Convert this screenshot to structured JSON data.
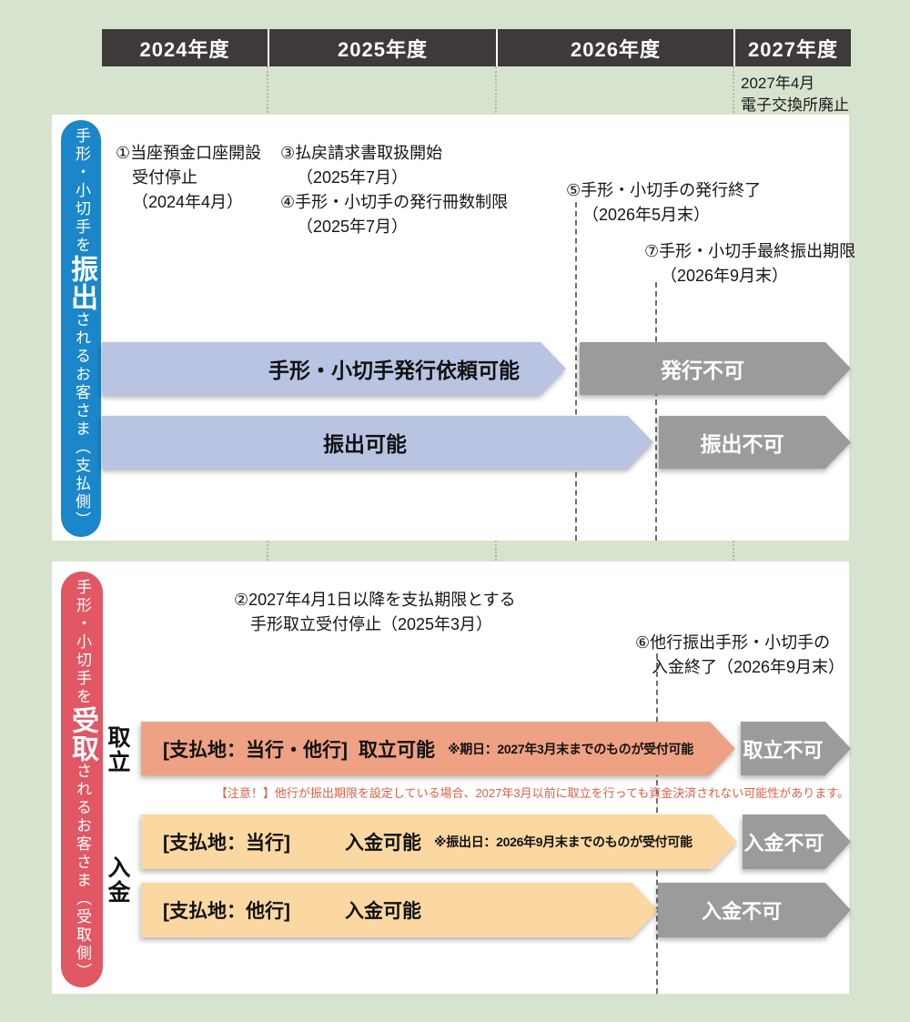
{
  "colors": {
    "page_bg": "#d6e4ce",
    "header_bar": "#3e3a39",
    "pill_pay": "#1b86c9",
    "pill_receive": "#e15763",
    "arrow_possible_pay": "#b9c4e2",
    "arrow_collection": "#efa183",
    "arrow_deposit": "#fbd8a2",
    "arrow_impossible": "#9b9b9c",
    "caution_text": "#dd5f45"
  },
  "header": {
    "years": [
      "2024年度",
      "2025年度",
      "2026年度",
      "2027年度"
    ],
    "note": {
      "line1": "2027年4月",
      "line2": "電子交換所廃止"
    }
  },
  "panel_pay": {
    "pill": {
      "prefix": "手形・小切手を",
      "emphasis": "振出",
      "suffix": "されるお客さま",
      "suffix2": "（支払側）"
    },
    "annotations": {
      "a1": {
        "lines": [
          "①当座預金口座開設",
          "受付停止",
          "（2024年4月）"
        ]
      },
      "a34": {
        "lines": [
          "③払戻請求書取扱開始",
          "（2025年7月）",
          "④手形・小切手の発行冊数制限",
          "（2025年7月）"
        ]
      },
      "a5": {
        "lines": [
          "⑤手形・小切手の発行終了",
          "（2026年5月末）"
        ]
      },
      "a7": {
        "lines": [
          "⑦手形・小切手最終振出期限",
          "（2026年9月末）"
        ]
      }
    },
    "rows": [
      {
        "possible": "手形・小切手発行依頼可能",
        "impossible": "発行不可"
      },
      {
        "possible": "振出可能",
        "impossible": "振出不可"
      }
    ]
  },
  "panel_receive": {
    "pill": {
      "prefix": "手形・小切手を",
      "emphasis": "受取",
      "suffix": "されるお客さま",
      "suffix2": "（受取側）"
    },
    "annotations": {
      "a2": {
        "lines": [
          "②2027年4月1日以降を支払期限とする",
          "手形取立受付停止（2025年3月）"
        ]
      },
      "a6": {
        "lines": [
          "⑥他行振出手形・小切手の",
          "入金終了（2026年9月末）"
        ]
      }
    },
    "group_labels": {
      "collection": "取立",
      "deposit": "入金"
    },
    "rows": [
      {
        "place": "[支払地：当行・他行]",
        "status": "取立可能",
        "note": "※期日：2027年3月末までのものが受付可能",
        "impossible": "取立不可"
      },
      {
        "place": "[支払地：当行]",
        "status": "入金可能",
        "note": "※振出日：2026年9月末までのものが受付可能",
        "impossible": "入金不可"
      },
      {
        "place": "[支払地：他行]",
        "status": "入金可能",
        "impossible": "入金不可"
      }
    ],
    "caution": "【注意！】他行が振出期限を設定している場合、2027年3月以前に取立を行っても資金決済されない可能性があります。"
  }
}
